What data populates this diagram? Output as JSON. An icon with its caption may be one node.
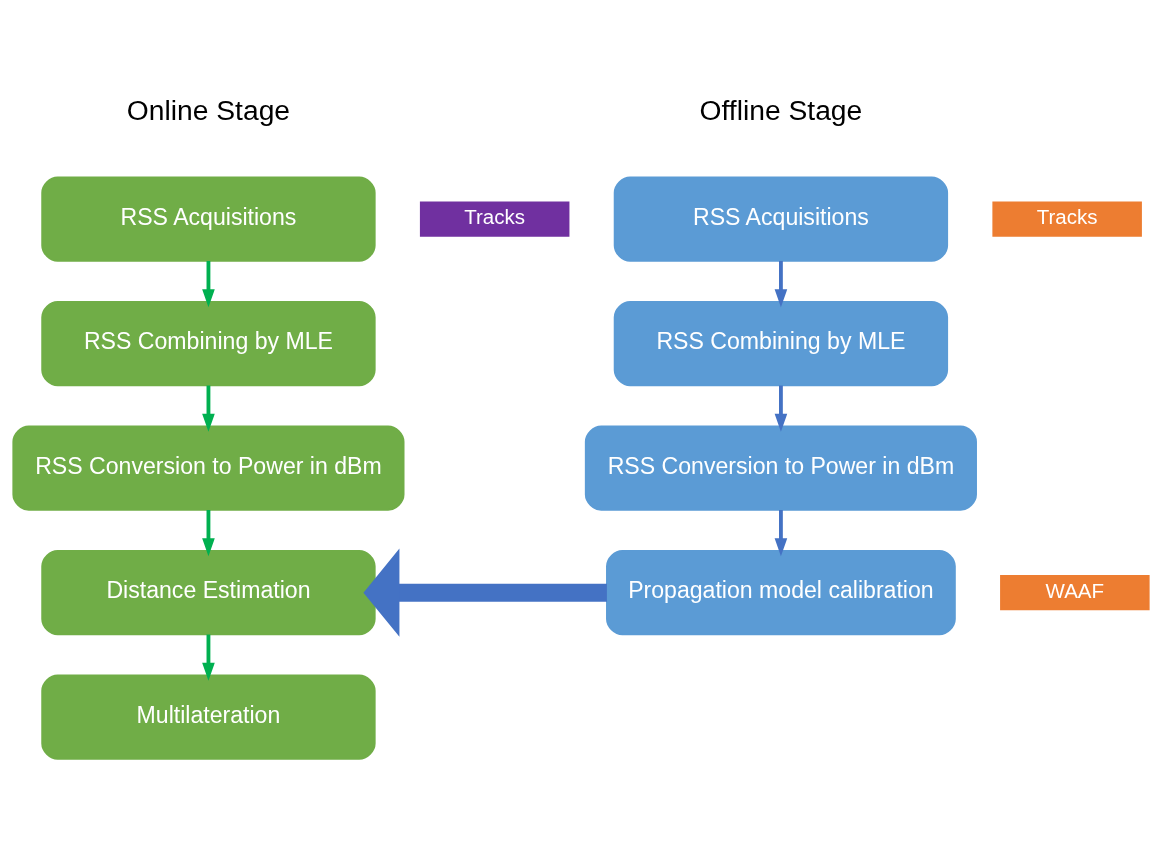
{
  "diagram": {
    "nodes": [
      {
        "text": [
          "RSS Acquisitions"
        ]
      },
      {
        "text": [
          "Tracks"
        ]
      },
      {
        "text": [
          "RSS Combining by MLE"
        ]
      },
      {
        "text": [
          "RSS Conversion to Power in dBm"
        ]
      },
      {
        "text": [
          "Propagation model calibration"
        ]
      },
      {
        "text": [
          "WAAF"
        ]
      },
      {
        "text": [
          "RSS Acquisitions"
        ]
      },
      {
        "text": [
          "Tracks"
        ]
      },
      {
        "text": [
          "RSS Combining by MLE"
        ]
      },
      {
        "text": [
          "RSS Conversion to Power in dBm"
        ]
      },
      {
        "text": [
          "Distance Estimation"
        ]
      },
      {
        "text": [
          "Multilateration"
        ]
      }
    ],
    "edges": [
      {
        "from": 0,
        "to": 2,
        "arrow": "to",
        "color": "#4472c4"
      },
      {
        "from": 2,
        "to": 3,
        "arrow": "to",
        "color": "#4472c4"
      },
      {
        "from": 3,
        "to": 4,
        "arrow": "to",
        "color": "#4472c4"
      },
      {
        "from": 4,
        "to": 10,
        "arrow": "to",
        "style": "thick",
        "color": "#4472c4"
      },
      {
        "from": 6,
        "to": 8,
        "arrow": "to",
        "color": "#00b050"
      },
      {
        "from": 8,
        "to": 9,
        "arrow": "to",
        "color": "#00b050"
      },
      {
        "from": 9,
        "to": 10,
        "arrow": "to",
        "color": "#00b050"
      },
      {
        "from": 10,
        "to": 11,
        "arrow": "to",
        "color": "#00b050"
      }
    ],
    "labels": [
      "Offline Stage",
      "Online Stage"
    ]
  }
}
